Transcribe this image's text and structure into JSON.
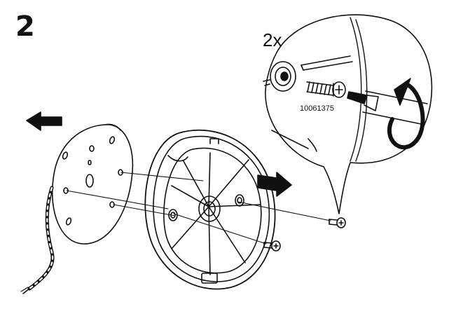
{
  "step": {
    "number": "2"
  },
  "callout": {
    "quantity": "2x",
    "part_number": "10061375"
  },
  "icons": {
    "arrow_left": "left-arrow-icon",
    "arrow_right": "right-arrow-icon",
    "rotate": "counterclockwise-rotate-icon",
    "screwdriver": "screwdriver-icon",
    "screw": "screw-icon"
  },
  "colors": {
    "ink": "#111111",
    "background": "#ffffff",
    "arrow_fill": "#111111"
  }
}
